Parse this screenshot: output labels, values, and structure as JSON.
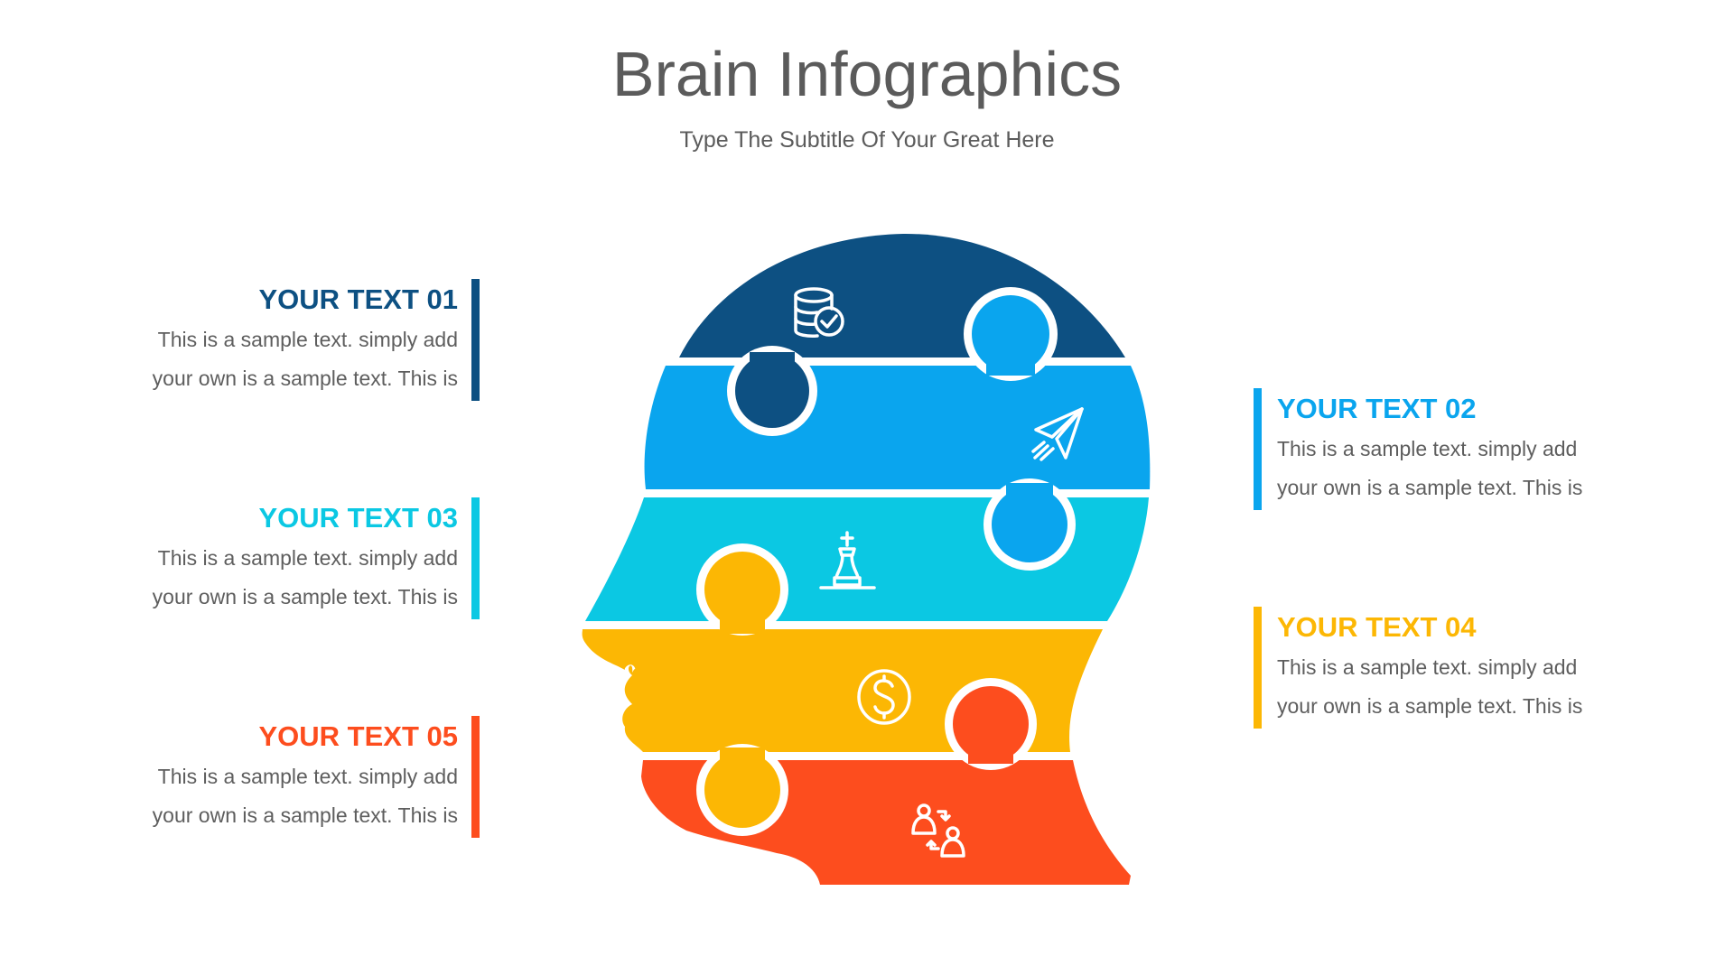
{
  "header": {
    "title": "Brain Infographics",
    "subtitle": "Type The Subtitle Of Your Great Here"
  },
  "colors": {
    "navy": "#0D5082",
    "sky_blue": "#0AA5EE",
    "cyan": "#0BC8E3",
    "yellow": "#FCB704",
    "orange_red": "#FD4D1E",
    "text_gray": "#5E5E5E"
  },
  "items": [
    {
      "number": "01",
      "heading": "YOUR TEXT 01",
      "line1": "This is a sample text. simply add",
      "line2": "your own is a sample text. This is",
      "color": "#0D5082",
      "side": "left",
      "icon": "database-check-icon"
    },
    {
      "number": "02",
      "heading": "YOUR TEXT 02",
      "line1": "This is a sample text. simply add",
      "line2": "your own is a sample text. This is",
      "color": "#0AA5EE",
      "side": "right",
      "icon": "paper-plane-icon"
    },
    {
      "number": "03",
      "heading": "YOUR TEXT 03",
      "line1": "This is a sample text. simply add",
      "line2": "your own is a sample text. This is",
      "color": "#0BC8E3",
      "side": "left",
      "icon": "chess-king-icon"
    },
    {
      "number": "04",
      "heading": "YOUR TEXT 04",
      "line1": "This is a sample text. simply add",
      "line2": "your own is a sample text. This is",
      "color": "#FCB704",
      "side": "right",
      "icon": "dollar-coin-icon"
    },
    {
      "number": "05",
      "heading": "YOUR TEXT 05",
      "line1": "This is a sample text. simply add",
      "line2": "your own is a sample text. This is",
      "color": "#FD4D1E",
      "side": "left",
      "icon": "user-exchange-icon"
    }
  ]
}
